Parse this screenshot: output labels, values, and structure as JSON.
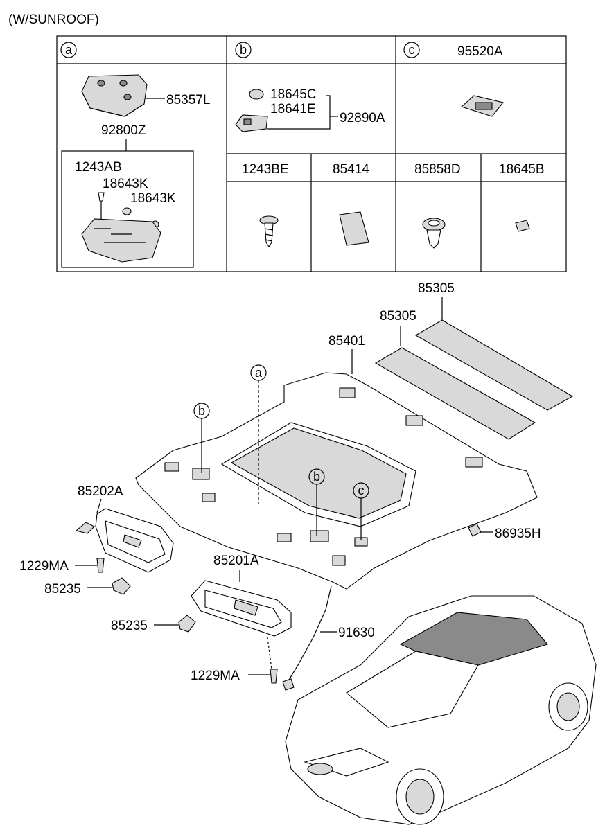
{
  "title": "(W/SUNROOF)",
  "table": {
    "section_a": {
      "marker": "a",
      "parts": [
        "85357L",
        "92800Z",
        "1243AB",
        "18643K",
        "18643K"
      ]
    },
    "section_b": {
      "marker": "b",
      "parts": [
        "18645C",
        "18641E",
        "92890A"
      ]
    },
    "section_c": {
      "marker": "c",
      "part": "95520A"
    },
    "bottom_row": [
      "1243BE",
      "85414",
      "85858D",
      "18645B"
    ]
  },
  "diagram": {
    "callouts": {
      "a": "a",
      "b1": "b",
      "b2": "b",
      "c": "c"
    },
    "labels": {
      "roof_pad_upper": "85305",
      "roof_pad_lower": "85305",
      "headlining": "85401",
      "sunvisor_left": "85202A",
      "screw_left": "1229MA",
      "holder_left": "85235",
      "sunvisor_right": "85201A",
      "holder_right": "85235",
      "wiring": "91630",
      "screw_right": "1229MA",
      "clip": "86935H"
    }
  }
}
